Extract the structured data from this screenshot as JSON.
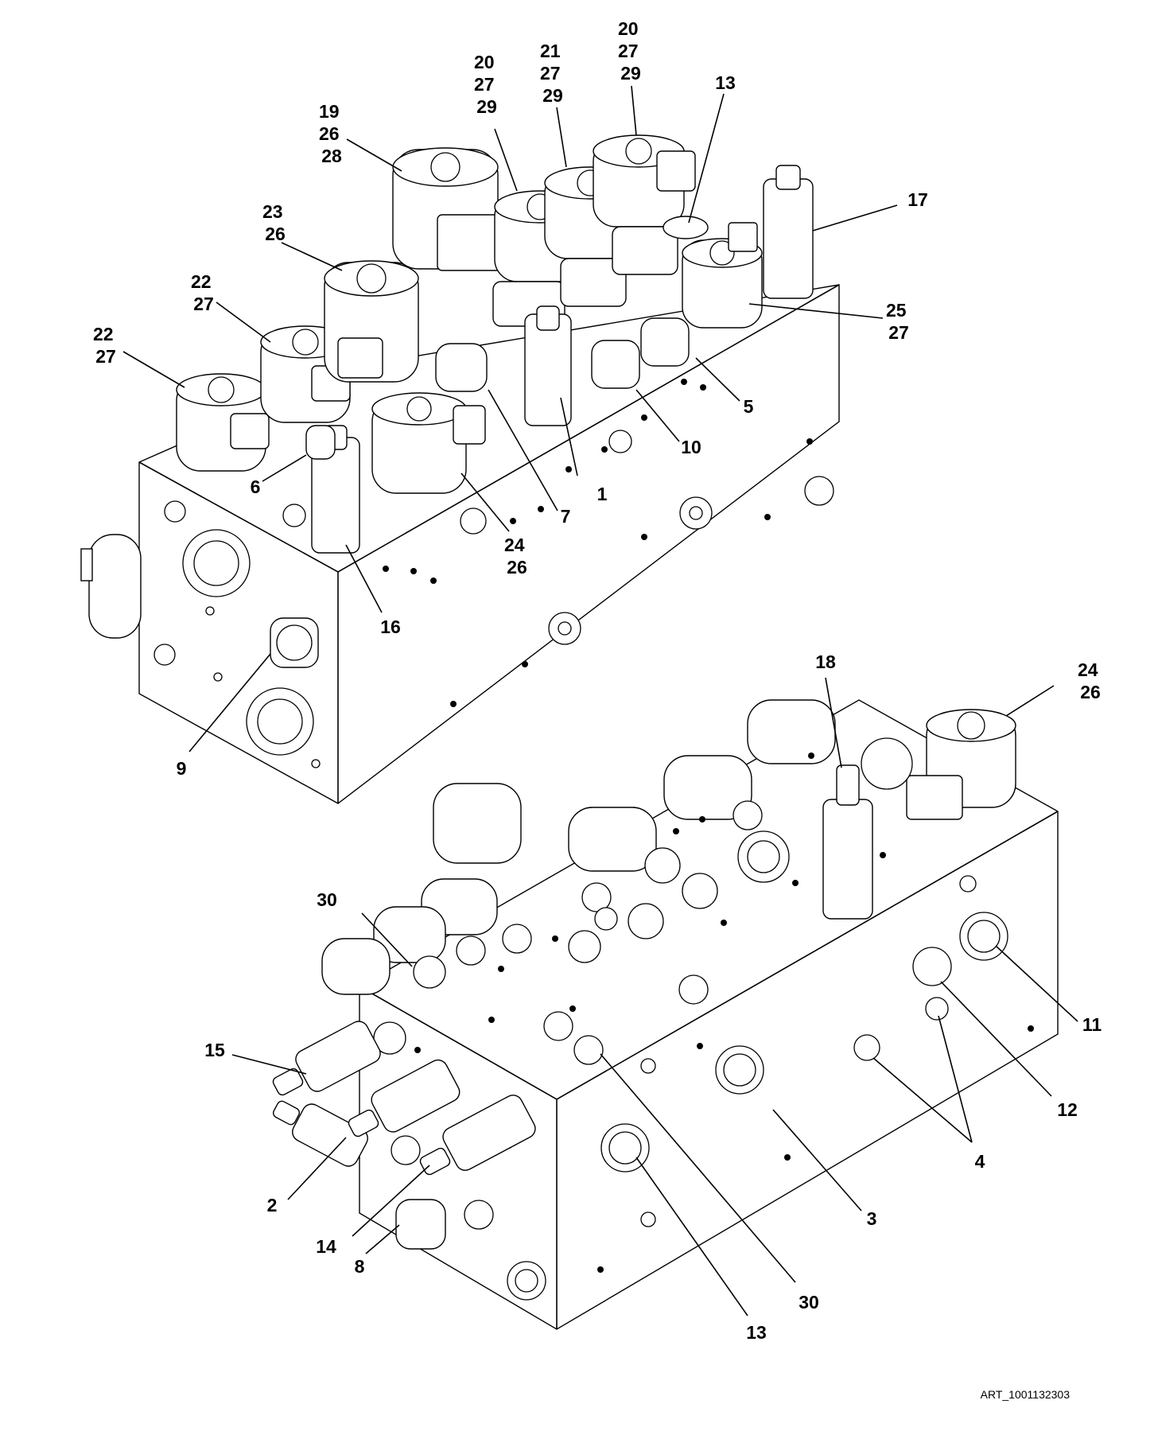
{
  "art_ref": "ART_1001132303",
  "callouts": [
    {
      "id": "c-1",
      "lines": [
        "1"
      ]
    },
    {
      "id": "c-2",
      "lines": [
        "2"
      ]
    },
    {
      "id": "c-3",
      "lines": [
        "3"
      ]
    },
    {
      "id": "c-4",
      "lines": [
        "4"
      ]
    },
    {
      "id": "c-5",
      "lines": [
        "5"
      ]
    },
    {
      "id": "c-6",
      "lines": [
        "6"
      ]
    },
    {
      "id": "c-7",
      "lines": [
        "7"
      ]
    },
    {
      "id": "c-8",
      "lines": [
        "8"
      ]
    },
    {
      "id": "c-9",
      "lines": [
        "9"
      ]
    },
    {
      "id": "c-10",
      "lines": [
        "10"
      ]
    },
    {
      "id": "c-11",
      "lines": [
        "11"
      ]
    },
    {
      "id": "c-12",
      "lines": [
        "12"
      ]
    },
    {
      "id": "c-13a",
      "lines": [
        "13"
      ]
    },
    {
      "id": "c-13b",
      "lines": [
        "13"
      ]
    },
    {
      "id": "c-14",
      "lines": [
        "14"
      ]
    },
    {
      "id": "c-15",
      "lines": [
        "15"
      ]
    },
    {
      "id": "c-16",
      "lines": [
        "16"
      ]
    },
    {
      "id": "c-17",
      "lines": [
        "17"
      ]
    },
    {
      "id": "c-18",
      "lines": [
        "18"
      ]
    },
    {
      "id": "c-19",
      "lines": [
        "19",
        "26",
        "28"
      ]
    },
    {
      "id": "c-20a",
      "lines": [
        "20",
        "27",
        "29"
      ]
    },
    {
      "id": "c-21",
      "lines": [
        "21",
        "27",
        "29"
      ]
    },
    {
      "id": "c-20b",
      "lines": [
        "20",
        "27",
        "29"
      ]
    },
    {
      "id": "c-22a",
      "lines": [
        "22",
        "27"
      ]
    },
    {
      "id": "c-22b",
      "lines": [
        "22",
        "27"
      ]
    },
    {
      "id": "c-23",
      "lines": [
        "23",
        "26"
      ]
    },
    {
      "id": "c-24a",
      "lines": [
        "24",
        "26"
      ]
    },
    {
      "id": "c-24b",
      "lines": [
        "24",
        "26"
      ]
    },
    {
      "id": "c-25",
      "lines": [
        "25",
        "27"
      ]
    },
    {
      "id": "c-30a",
      "lines": [
        "30"
      ]
    },
    {
      "id": "c-30b",
      "lines": [
        "30"
      ]
    }
  ]
}
